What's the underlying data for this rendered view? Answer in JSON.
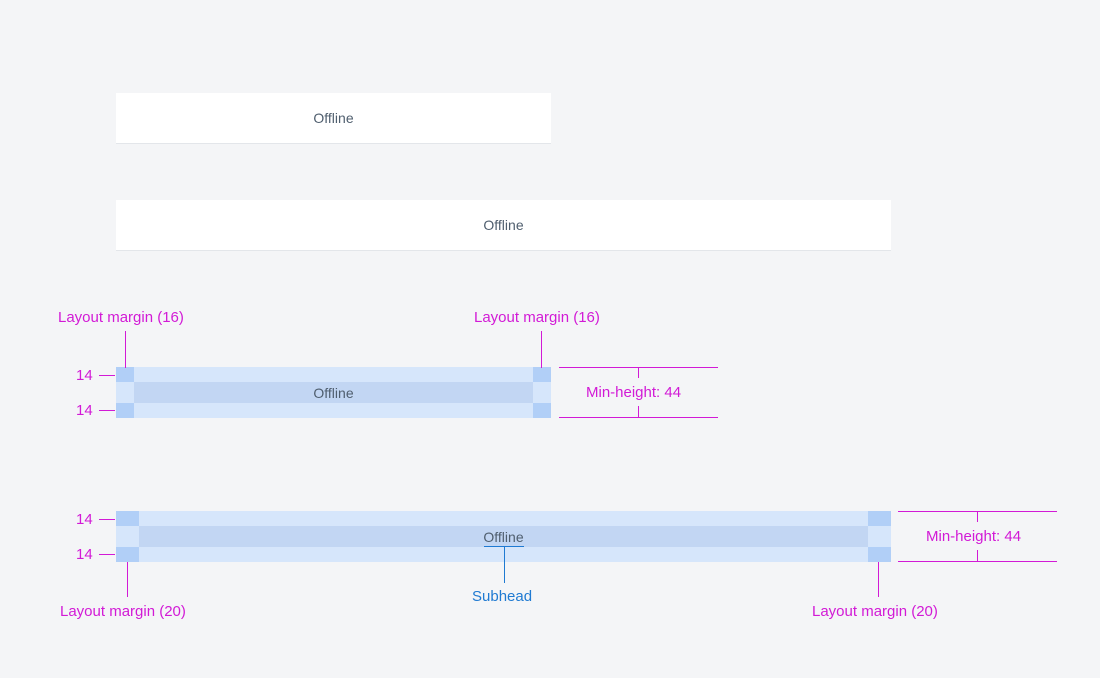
{
  "banner_label": "Offline",
  "spec_compact": {
    "content": "Offline",
    "margin_label": "Layout margin (16)",
    "padding_top": "14",
    "padding_bottom": "14",
    "min_height_label": "Min-height: 44"
  },
  "spec_regular": {
    "content": "Offline",
    "margin_label": "Layout margin (20)",
    "padding_top": "14",
    "padding_bottom": "14",
    "min_height_label": "Min-height: 44",
    "subhead_label": "Subhead"
  },
  "colors": {
    "annotation": "#d21ad6",
    "subhead_annotation": "#1f7ad2",
    "padding_fill": "#d6e6fb",
    "content_fill": "#c2d6f3",
    "margin_fill": "#b1cff7",
    "text": "#4f5e6e",
    "background": "#f4f5f7"
  }
}
